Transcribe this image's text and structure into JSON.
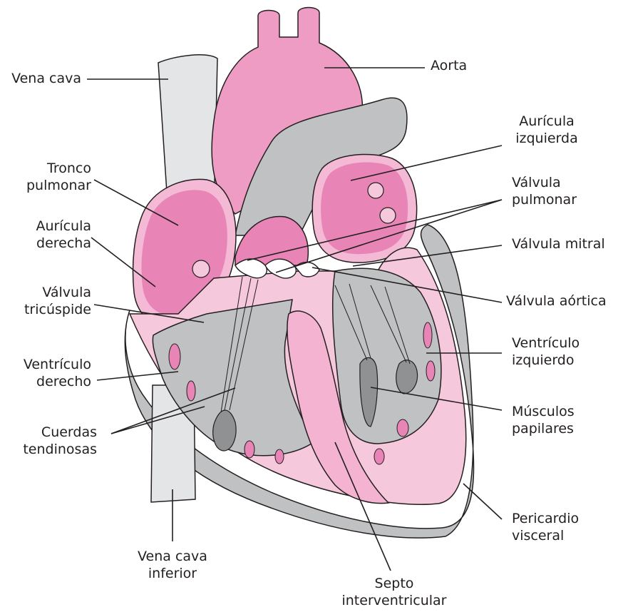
{
  "colors": {
    "pink_light": "#f6c8dc",
    "pink_mid": "#ec8cb9",
    "pink_deep": "#e06aa6",
    "gray_fill": "#bfc1c3",
    "gray_light": "#e4e5e6",
    "gray_dark": "#8f9193",
    "outline": "#231f20",
    "text": "#231f20"
  },
  "labels": {
    "vena_cava": [
      "Vena cava"
    ],
    "aorta": [
      "Aorta"
    ],
    "auricula_izquierda": [
      "Aurícula",
      "izquierda"
    ],
    "tronco_pulmonar": [
      "Tronco",
      "pulmonar"
    ],
    "valvula_pulmonar": [
      "Válvula",
      "pulmonar"
    ],
    "auricula_derecha": [
      "Aurícula",
      "derecha"
    ],
    "valvula_mitral": [
      "Válvula mitral"
    ],
    "valvula_tricuspide": [
      "Válvula",
      "tricúspide"
    ],
    "valvula_aortica": [
      "Válvula aórtica"
    ],
    "ventriculo_izquierdo": [
      "Ventrículo",
      "izquierdo"
    ],
    "ventriculo_derecho": [
      "Ventrículo",
      "derecho"
    ],
    "musculos_papilares": [
      "Músculos",
      "papilares"
    ],
    "cuerdas_tendinosas": [
      "Cuerdas",
      "tendinosas"
    ],
    "pericardio_visceral": [
      "Pericardio",
      "visceral"
    ],
    "vena_cava_inferior": [
      "Vena cava",
      "inferior"
    ],
    "septo_interventricular": [
      "Septo",
      "interventricular"
    ]
  }
}
